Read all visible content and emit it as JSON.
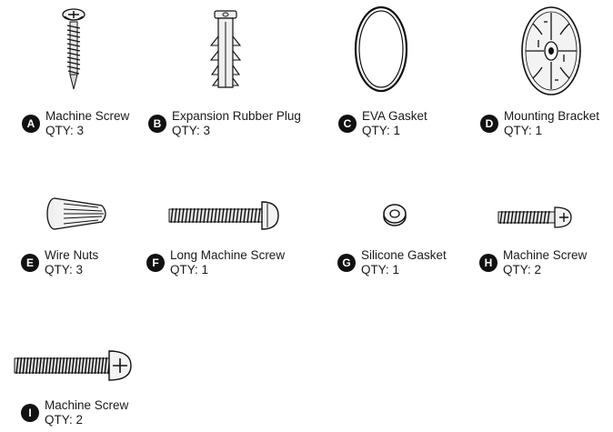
{
  "parts": [
    {
      "letter": "A",
      "name": "Machine Screw",
      "qty": "QTY: 3",
      "icon": "wood-screw-icon"
    },
    {
      "letter": "B",
      "name": "Expansion Rubber Plug",
      "qty": "QTY: 3",
      "icon": "expansion-plug-icon"
    },
    {
      "letter": "C",
      "name": "EVA Gasket",
      "qty": "QTY: 1",
      "icon": "eva-gasket-icon"
    },
    {
      "letter": "D",
      "name": "Mounting Bracket",
      "qty": "QTY: 1",
      "icon": "mounting-bracket-icon"
    },
    {
      "letter": "E",
      "name": "Wire Nuts",
      "qty": "QTY: 3",
      "icon": "wire-nut-icon"
    },
    {
      "letter": "F",
      "name": "Long Machine Screw",
      "qty": "QTY: 1",
      "icon": "long-machine-screw-icon"
    },
    {
      "letter": "G",
      "name": "Silicone Gasket",
      "qty": "QTY: 1",
      "icon": "silicone-gasket-icon"
    },
    {
      "letter": "H",
      "name": "Machine Screw",
      "qty": "QTY: 2",
      "icon": "machine-screw-icon"
    },
    {
      "letter": "I",
      "name": "Machine Screw",
      "qty": "QTY: 2",
      "icon": "machine-screw-large-icon"
    }
  ]
}
